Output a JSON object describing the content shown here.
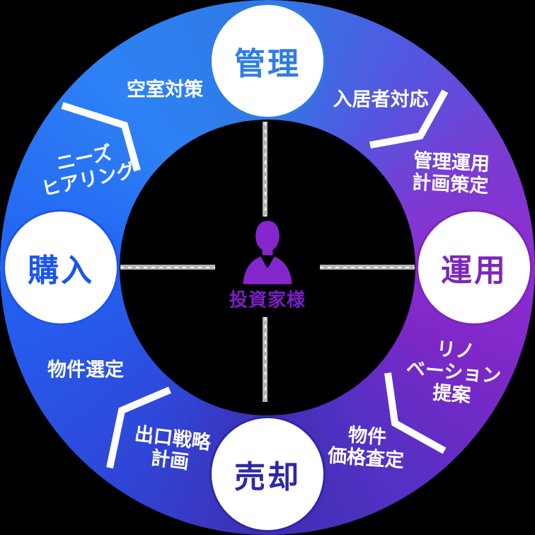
{
  "background_color": "#000000",
  "diagram": {
    "type": "circular-cycle",
    "direction": "clockwise",
    "center": {
      "icon": "investor-person-icon",
      "label": "投資家様",
      "label_color": "#7e1cc8",
      "icon_color": "#8526cd"
    },
    "nodes": [
      {
        "id": "management",
        "label": "管理",
        "position": "top",
        "color": "#2e7ce4"
      },
      {
        "id": "operation",
        "label": "運用",
        "position": "right",
        "color": "#7b27bb"
      },
      {
        "id": "sale",
        "label": "売却",
        "position": "bottom",
        "color": "#2d28a6"
      },
      {
        "id": "purchase",
        "label": "購入",
        "position": "left",
        "color": "#1d55ec"
      }
    ],
    "steps": [
      {
        "id": "tenant-support",
        "lines": [
          "入居者対応"
        ]
      },
      {
        "id": "management-plan",
        "lines": [
          "管理運用",
          "計画策定"
        ]
      },
      {
        "id": "renovation-proposal",
        "lines": [
          "リノ",
          "ベーション",
          "提案"
        ]
      },
      {
        "id": "price-assessment",
        "lines": [
          "物件",
          "価格査定"
        ]
      },
      {
        "id": "exit-strategy",
        "lines": [
          "出口戦略",
          "計画"
        ]
      },
      {
        "id": "property-selection",
        "lines": [
          "物件選定"
        ]
      },
      {
        "id": "needs-hearing",
        "lines": [
          "ニーズ",
          "ヒアリング"
        ]
      },
      {
        "id": "vacancy-measures",
        "lines": [
          "空室対策"
        ]
      }
    ],
    "ring_colors": {
      "top": "#2f79e4",
      "right": "#8d2cd1",
      "bottom": "#3e2eb2",
      "left": "#2263f2",
      "top_left": "#2e82f5"
    },
    "connector_color": "#b5b5b5",
    "arrow_color": "#ffffff",
    "text_color": "#ffffff"
  }
}
